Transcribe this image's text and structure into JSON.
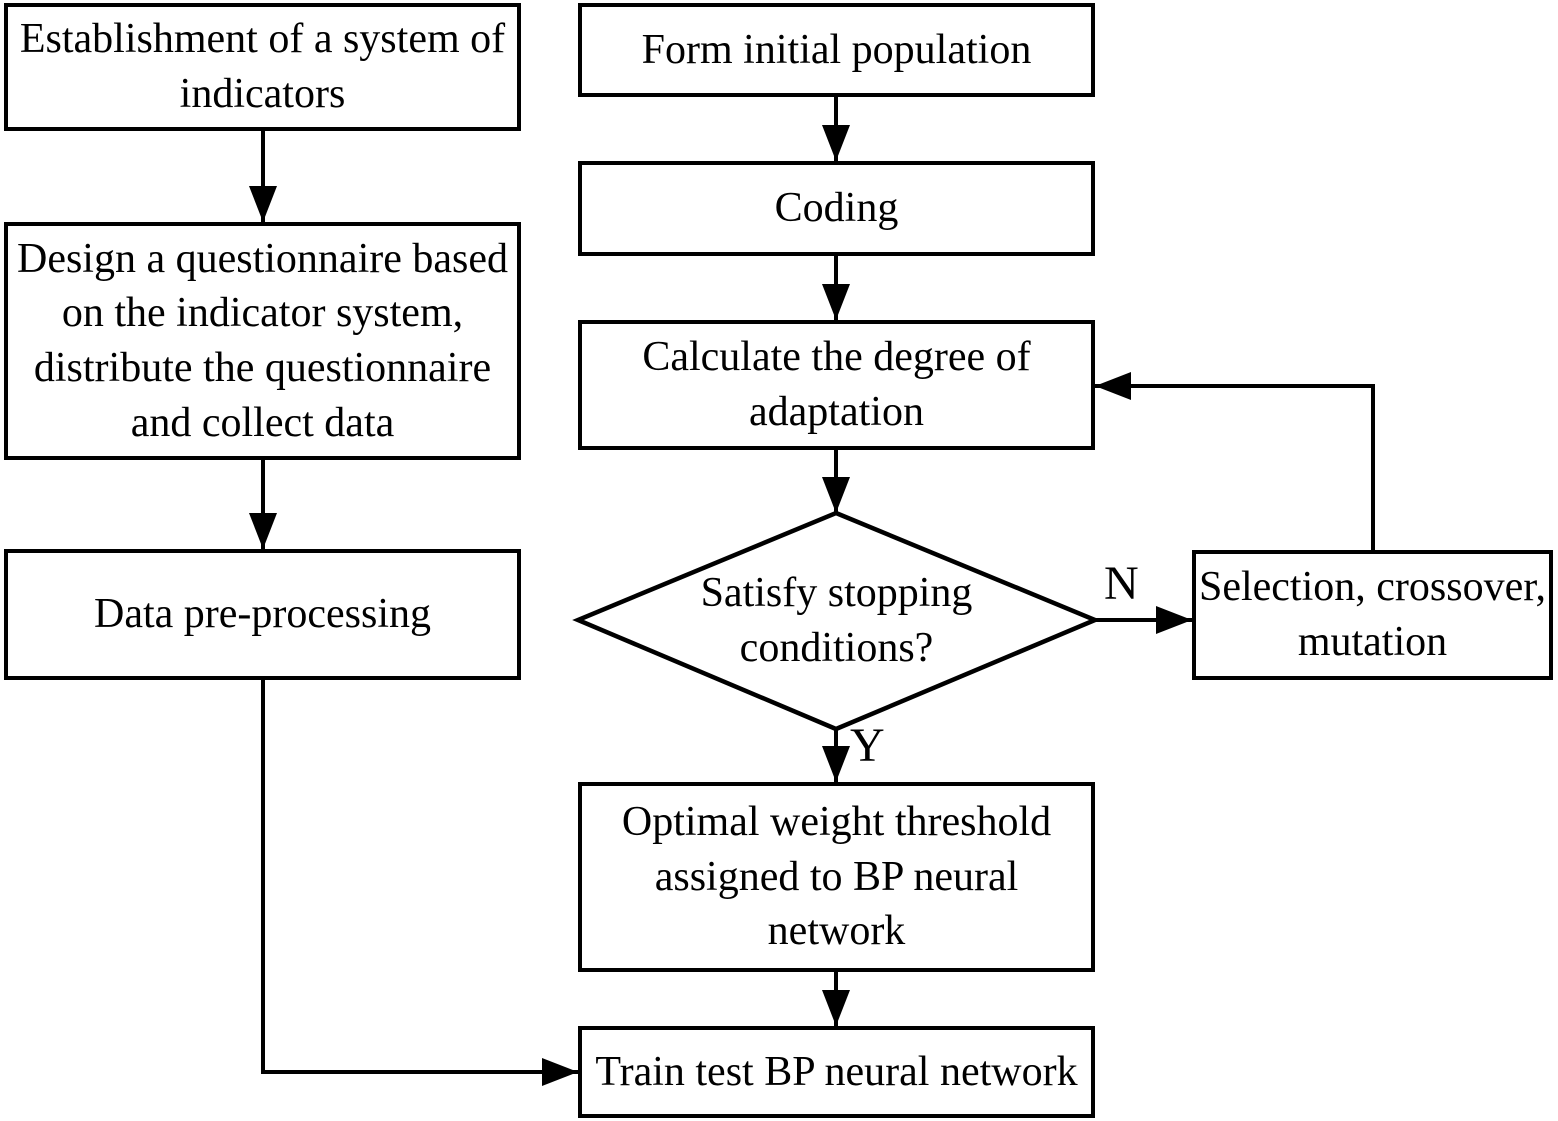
{
  "canvas": {
    "background": "#ffffff",
    "line_color": "#000000",
    "text_color": "#000000"
  },
  "nodes": {
    "establish_indicators": {
      "label": "Establishment of a system of\nindicators"
    },
    "design_questionnaire": {
      "label": "Design a questionnaire based\non the indicator system,\ndistribute the questionnaire\nand collect data"
    },
    "data_preprocessing": {
      "label": "Data pre-processing"
    },
    "form_initial_population": {
      "label": "Form initial population"
    },
    "coding": {
      "label": "Coding"
    },
    "calculate_adaptation": {
      "label": "Calculate the degree of\nadaptation"
    },
    "satisfy_stopping": {
      "label": "Satisfy stopping\nconditions?"
    },
    "selection_crossover": {
      "label": "Selection, crossover,\nmutation"
    },
    "optimal_weight": {
      "label": "Optimal weight threshold\nassigned to BP neural\nnetwork"
    },
    "train_test": {
      "label": "Train test BP neural network"
    }
  },
  "edge_labels": {
    "no": "N",
    "yes": "Y"
  }
}
